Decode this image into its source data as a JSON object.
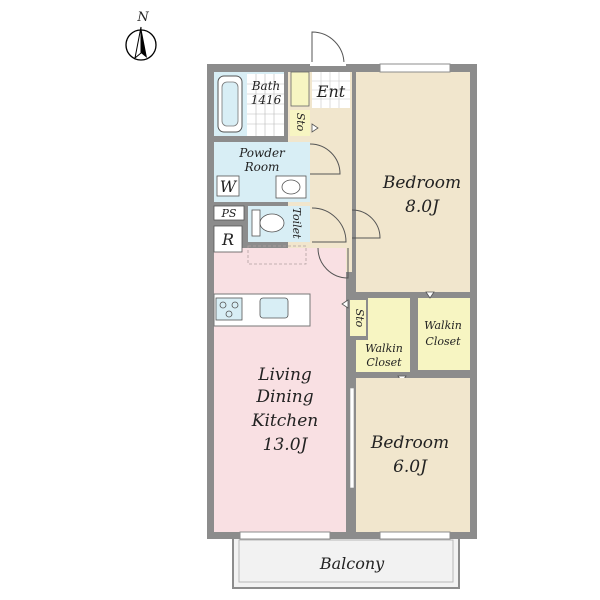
{
  "compass": {
    "north": "N"
  },
  "rooms": {
    "bath": {
      "name": "Bath",
      "size": "1416"
    },
    "entrance": "Ent",
    "storage_entry": "Sto",
    "powder_room": {
      "line1": "Powder",
      "line2": "Room"
    },
    "washer": "W",
    "pipe_space": "PS",
    "toilet": "Toilet",
    "refrigerator": "R",
    "bedroom_large": {
      "name": "Bedroom",
      "size": "8.0J"
    },
    "walkin_closet_right": {
      "line1": "Walkin",
      "line2": "Closet"
    },
    "storage_mid": "Sto",
    "walkin_closet_center": {
      "line1": "Walkin",
      "line2": "Closet"
    },
    "ldk": {
      "line1": "Living",
      "line2": "Dining",
      "line3": "Kitchen",
      "size": "13.0J"
    },
    "bedroom_small": {
      "name": "Bedroom",
      "size": "6.0J"
    },
    "balcony": "Balcony"
  },
  "colors": {
    "wall": "#8c8c8c",
    "bedroom_floor": "#f1e6cd",
    "ldk_floor": "#f9e0e3",
    "wet_area": "#d8eef5",
    "closet": "#f7f5c2",
    "hall": "#f1e6cd",
    "balcony": "#f2f2f2"
  }
}
